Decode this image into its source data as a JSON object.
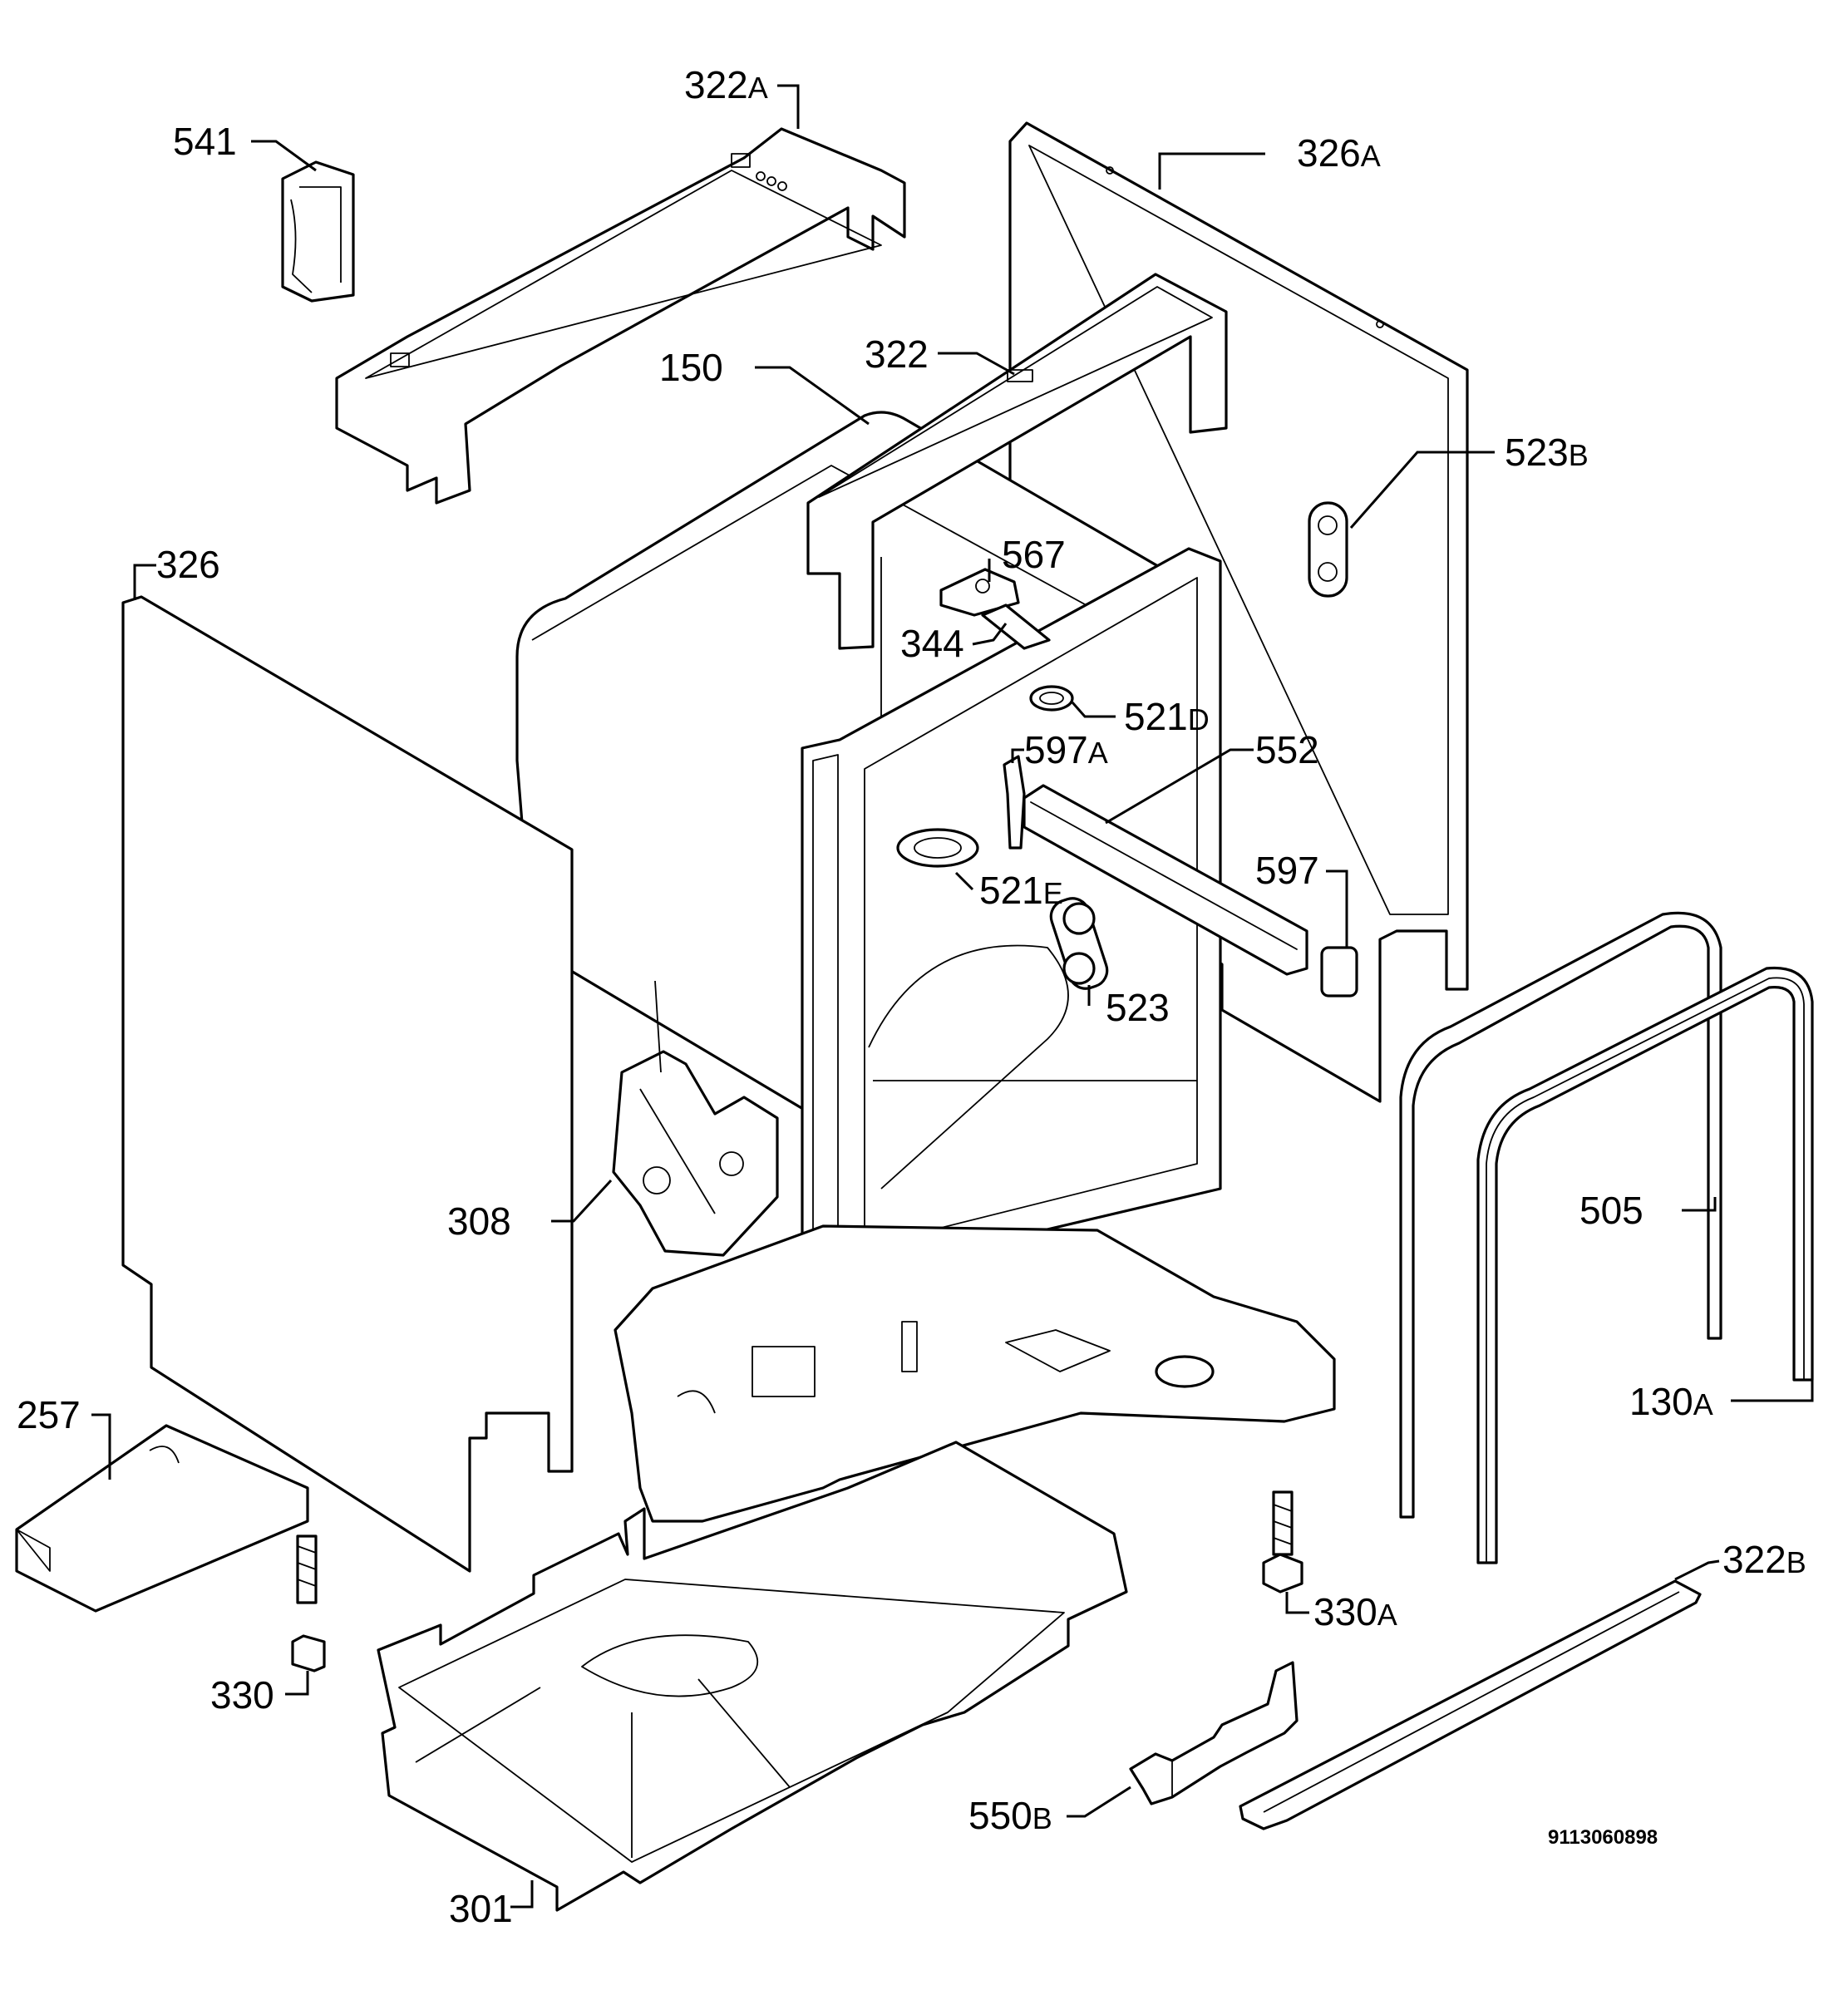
{
  "diagram": {
    "doc_number": "9113060898",
    "labels": [
      {
        "id": "541",
        "num": "541",
        "suf": ""
      },
      {
        "id": "322a",
        "num": "322",
        "suf": "A"
      },
      {
        "id": "326a",
        "num": "326",
        "suf": "A"
      },
      {
        "id": "150",
        "num": "150",
        "suf": ""
      },
      {
        "id": "322",
        "num": "322",
        "suf": ""
      },
      {
        "id": "523b",
        "num": "523",
        "suf": "B"
      },
      {
        "id": "326",
        "num": "326",
        "suf": ""
      },
      {
        "id": "567",
        "num": "567",
        "suf": ""
      },
      {
        "id": "344",
        "num": "344",
        "suf": ""
      },
      {
        "id": "521d",
        "num": "521",
        "suf": "D"
      },
      {
        "id": "597a",
        "num": "597",
        "suf": "A"
      },
      {
        "id": "552",
        "num": "552",
        "suf": ""
      },
      {
        "id": "521e",
        "num": "521",
        "suf": "E"
      },
      {
        "id": "597",
        "num": "597",
        "suf": ""
      },
      {
        "id": "523",
        "num": "523",
        "suf": ""
      },
      {
        "id": "308",
        "num": "308",
        "suf": ""
      },
      {
        "id": "505",
        "num": "505",
        "suf": ""
      },
      {
        "id": "257",
        "num": "257",
        "suf": ""
      },
      {
        "id": "130a",
        "num": "130",
        "suf": "A"
      },
      {
        "id": "322b",
        "num": "322",
        "suf": "B"
      },
      {
        "id": "330a",
        "num": "330",
        "suf": "A"
      },
      {
        "id": "330",
        "num": "330",
        "suf": ""
      },
      {
        "id": "550b",
        "num": "550",
        "suf": "B"
      },
      {
        "id": "301",
        "num": "301",
        "suf": ""
      }
    ]
  }
}
